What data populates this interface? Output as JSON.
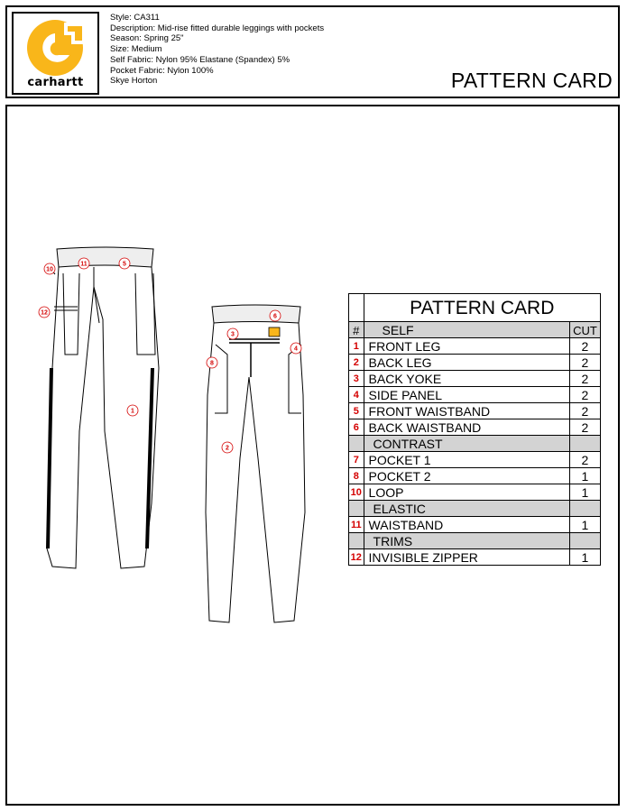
{
  "brand": {
    "name": "carhartt",
    "colors": {
      "logo": "#f9b61a",
      "accent": "#d40000",
      "section_fill": "#d3d3d3"
    }
  },
  "header": {
    "style": "Style: CA311",
    "description": "Description: Mid-rise fitted durable leggings with pockets",
    "season": "Season: Spring 25\"",
    "size": "Size: Medium",
    "self_fabric": "Self Fabric: Nylon 95% Elastane (Spandex) 5%",
    "pocket_fabric": "Pocket Fabric: Nylon 100%",
    "designer": "Skye Horton",
    "title": "PATTERN CARD"
  },
  "sketch_labels": {
    "front": [
      "10",
      "11",
      "5",
      "12",
      "1"
    ],
    "back": [
      "6",
      "3",
      "4",
      "8",
      "2"
    ]
  },
  "table": {
    "title": "PATTERN CARD",
    "col_num": "#",
    "col_name": "SELF",
    "col_cut": "CUT",
    "self": [
      {
        "num": "1",
        "name": "FRONT LEG",
        "cut": "2"
      },
      {
        "num": "2",
        "name": "BACK LEG",
        "cut": "2"
      },
      {
        "num": "3",
        "name": "BACK YOKE",
        "cut": "2"
      },
      {
        "num": "4",
        "name": "SIDE PANEL",
        "cut": "2"
      },
      {
        "num": "5",
        "name": "FRONT WAISTBAND",
        "cut": "2"
      },
      {
        "num": "6",
        "name": "BACK WAISTBAND",
        "cut": "2"
      }
    ],
    "contrast_label": "CONTRAST",
    "contrast": [
      {
        "num": "7",
        "name": "POCKET 1",
        "cut": "2"
      },
      {
        "num": "8",
        "name": "POCKET 2",
        "cut": "1"
      },
      {
        "num": "10",
        "name": "LOOP",
        "cut": "1"
      }
    ],
    "elastic_label": "ELASTIC",
    "elastic": [
      {
        "num": "11",
        "name": "WAISTBAND",
        "cut": "1"
      }
    ],
    "trims_label": "TRIMS",
    "trims": [
      {
        "num": "12",
        "name": "INVISIBLE ZIPPER",
        "cut": "1"
      }
    ]
  }
}
